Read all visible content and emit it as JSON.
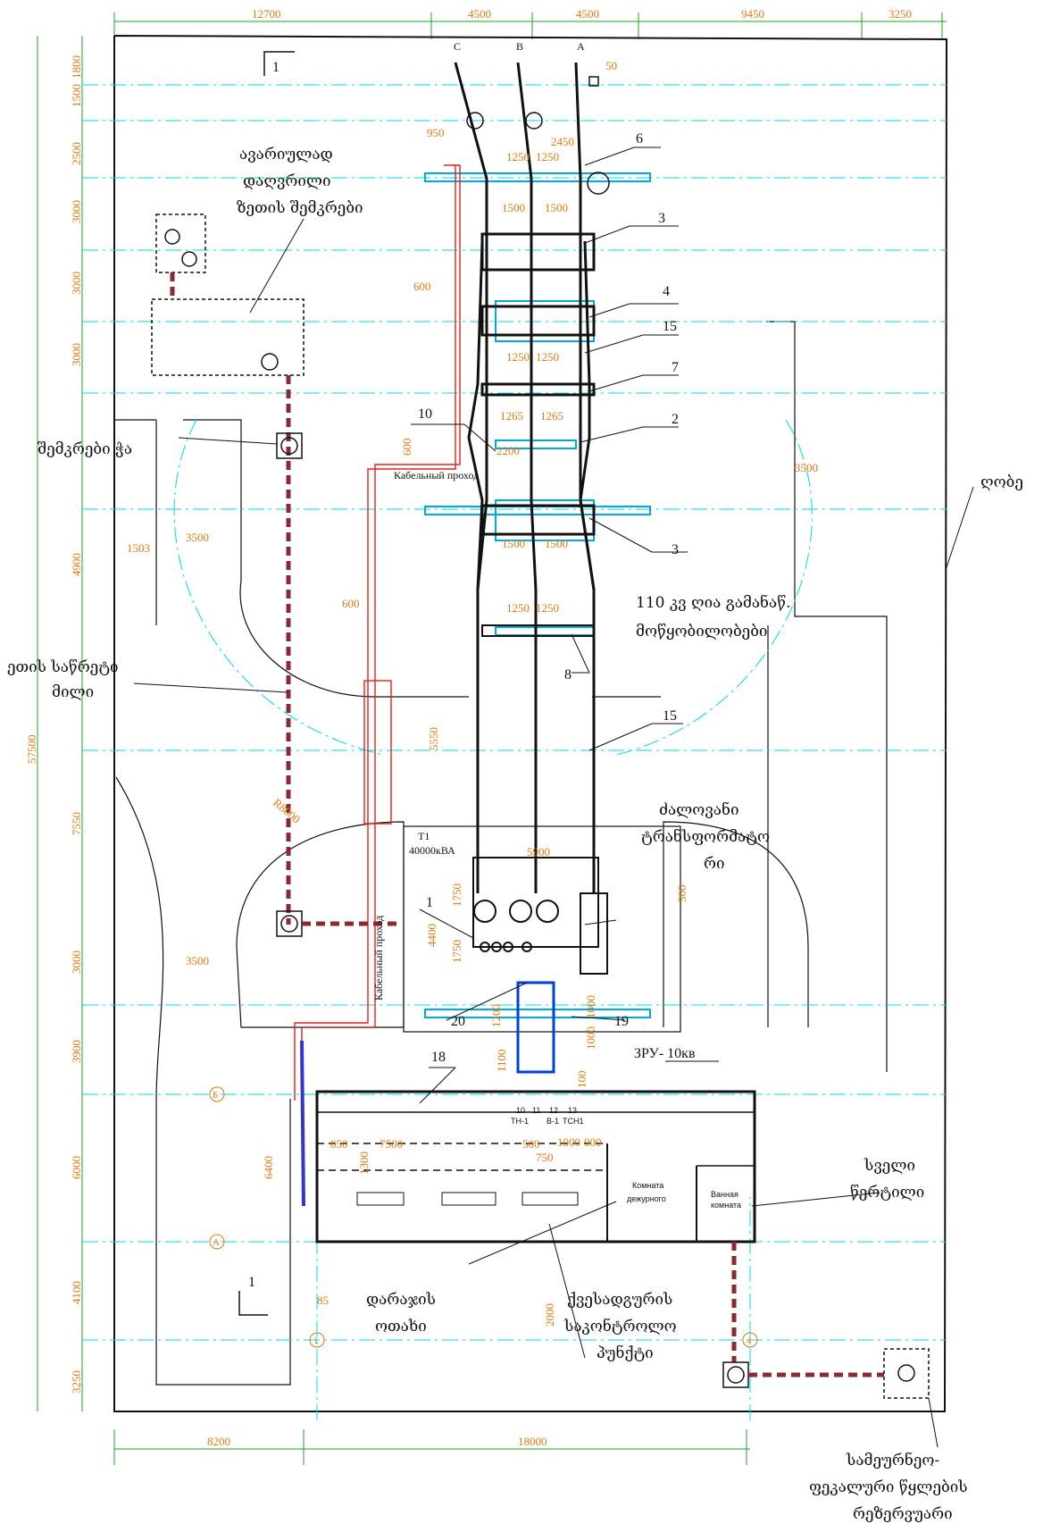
{
  "top_dims": [
    "12700",
    "4500",
    "4500",
    "9450",
    "3250"
  ],
  "bottom_dims": [
    "8200",
    "18000"
  ],
  "left_dims": [
    "1800",
    "1500",
    "2500",
    "3000",
    "3000",
    "3000",
    "4900",
    "7550",
    "3000",
    "3900",
    "6000",
    "4100",
    "3250"
  ],
  "overall_dim": "57500",
  "phases": [
    "C",
    "B",
    "A"
  ],
  "section_mark": "1",
  "inner_dims": {
    "d50": "50",
    "d950": "950",
    "d2450": "2450",
    "d1250": "1250",
    "d1500": "1500",
    "d600": "600",
    "d1265": "1265",
    "d2200": "2200",
    "d3500": "3500",
    "d1503": "1503",
    "d5550": "5550",
    "d5900": "5900",
    "d4400": "4400",
    "d1750": "1750",
    "d300": "300",
    "d1200": "1200",
    "d1000": "1000",
    "d1100": "1100",
    "d100": "100",
    "d6400": "6400",
    "d7500": "7500",
    "d500": "500",
    "d900": "900",
    "d750": "750",
    "d2000": "2000",
    "d85": "85",
    "d1300": "1300",
    "d050": "050",
    "r8000": "R8000"
  },
  "callouts": [
    "6",
    "3",
    "4",
    "15",
    "7",
    "2",
    "10",
    "3",
    "8",
    "15",
    "1",
    "20",
    "19",
    "18"
  ],
  "labels": {
    "oil_collector": [
      "ავარიულად",
      "დაღვრილი",
      "ზეთის შემკრები"
    ],
    "collecting_well": "შემკრები ჭა",
    "oil_drain_pipe": [
      "ეთის საწრეტი",
      "მილი"
    ],
    "fence": "ღობე",
    "open_switchgear": [
      "110 კვ ღია გამანაწ.",
      "მოწყობილობები"
    ],
    "power_transformer": [
      "ძალოვანი",
      "ტრანსფორმატო",
      "რი"
    ],
    "indoor_switchgear": "ЗРУ- 10кв",
    "stair_room": [
      "დარაჯის",
      "ოთახი"
    ],
    "control_point": [
      "ქვესადგურის",
      "საკონტროლო",
      "პუნქტი"
    ],
    "wet_point": [
      "სველი",
      "წერტილი"
    ],
    "sewage_reservoir": [
      "სამეურნეო-",
      "ფეკალური წყლების",
      "რეზერვუარი"
    ]
  },
  "ru_labels": {
    "cable_pass_h": "Кабельный проход",
    "cable_pass_v": "Кабельный проход",
    "t1": "T1",
    "t1_power": "40000кВА",
    "duty_room": [
      "Комната",
      "дежурного"
    ],
    "wash_room": [
      "Ванная",
      "комната"
    ]
  },
  "axis_marks": [
    "Б",
    "А",
    "1",
    "4"
  ],
  "cell_labels": [
    "10",
    "11",
    "12",
    "13",
    "ТН-1",
    "В-1",
    "ТСН1"
  ]
}
